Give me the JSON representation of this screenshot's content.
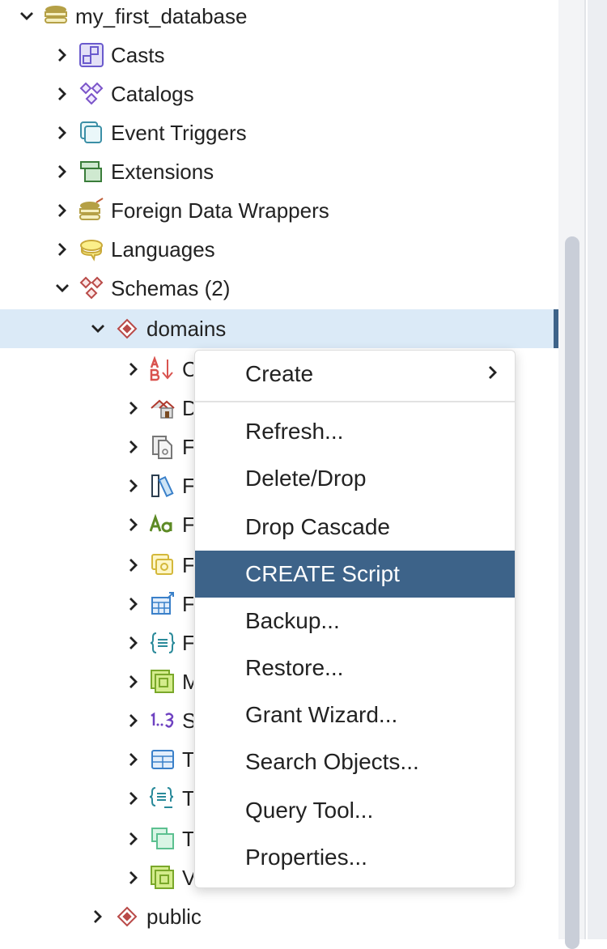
{
  "tree": {
    "database": "my_first_database",
    "db_children": [
      "Casts",
      "Catalogs",
      "Event Triggers",
      "Extensions",
      "Foreign Data Wrappers",
      "Languages",
      "Schemas (2)"
    ],
    "schemas": [
      "domains",
      "public"
    ],
    "schema_children": [
      "Collations",
      "Domains",
      "FTS Configurations",
      "FTS Dictionaries",
      "FTS Parsers",
      "FTS Templates",
      "Foreign Tables",
      "Functions",
      "Materialized Views",
      "Sequences",
      "Tables",
      "Trigger Functions",
      "Types",
      "Views"
    ]
  },
  "context_menu": {
    "items": [
      "Create",
      "Refresh...",
      "Delete/Drop",
      "Drop Cascade",
      "CREATE Script",
      "Backup...",
      "Restore...",
      "Grant Wizard...",
      "Search Objects...",
      "Query Tool...",
      "Properties..."
    ],
    "highlighted": "CREATE Script"
  },
  "colors": {
    "selection": "#dbeaf7",
    "accent": "#3d6389"
  }
}
